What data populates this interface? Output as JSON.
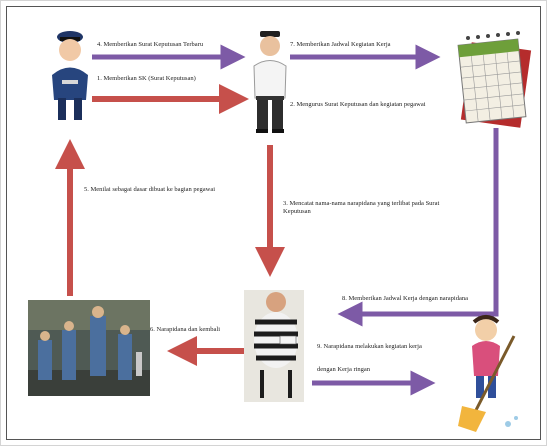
{
  "colors": {
    "purple_arrow": "#7d5aa6",
    "red_arrow": "#c6504b",
    "border": "#555555"
  },
  "icons": {
    "actor_police_officer": "police-officer-icon",
    "actor_security_guard": "security-guard-icon",
    "calendar": "calendar-icon",
    "prisoner": "prisoner-icon",
    "inmates_group": "inmates-group-photo",
    "cleaner": "cleaner-sweeping-icon"
  },
  "labels": {
    "step4": "4. Memberikan Surat Keputusan Terbaru",
    "step1": "1. Memberikan SK (Surat Keputusan)",
    "step7": "7. Memberikan Jadwal Kegiatan Kerja",
    "step2": "2. Mengurus Surat Keputusan dan kegiatan pegawai",
    "step5": "5. Menilai sebagai dasar dibuat ke bagian pegawai",
    "step3": "3. Mencatat nama-nama narapidana yang terlibat pada Surat Keputusan",
    "step8": "8. Memberikan Jadwal Kerja dengan narapidana",
    "step6": "6. Narapidana dan kembali",
    "step9": "9. Narapidana melakukan kegiatan kerja",
    "step9b": "dengan Kerja ringan"
  }
}
